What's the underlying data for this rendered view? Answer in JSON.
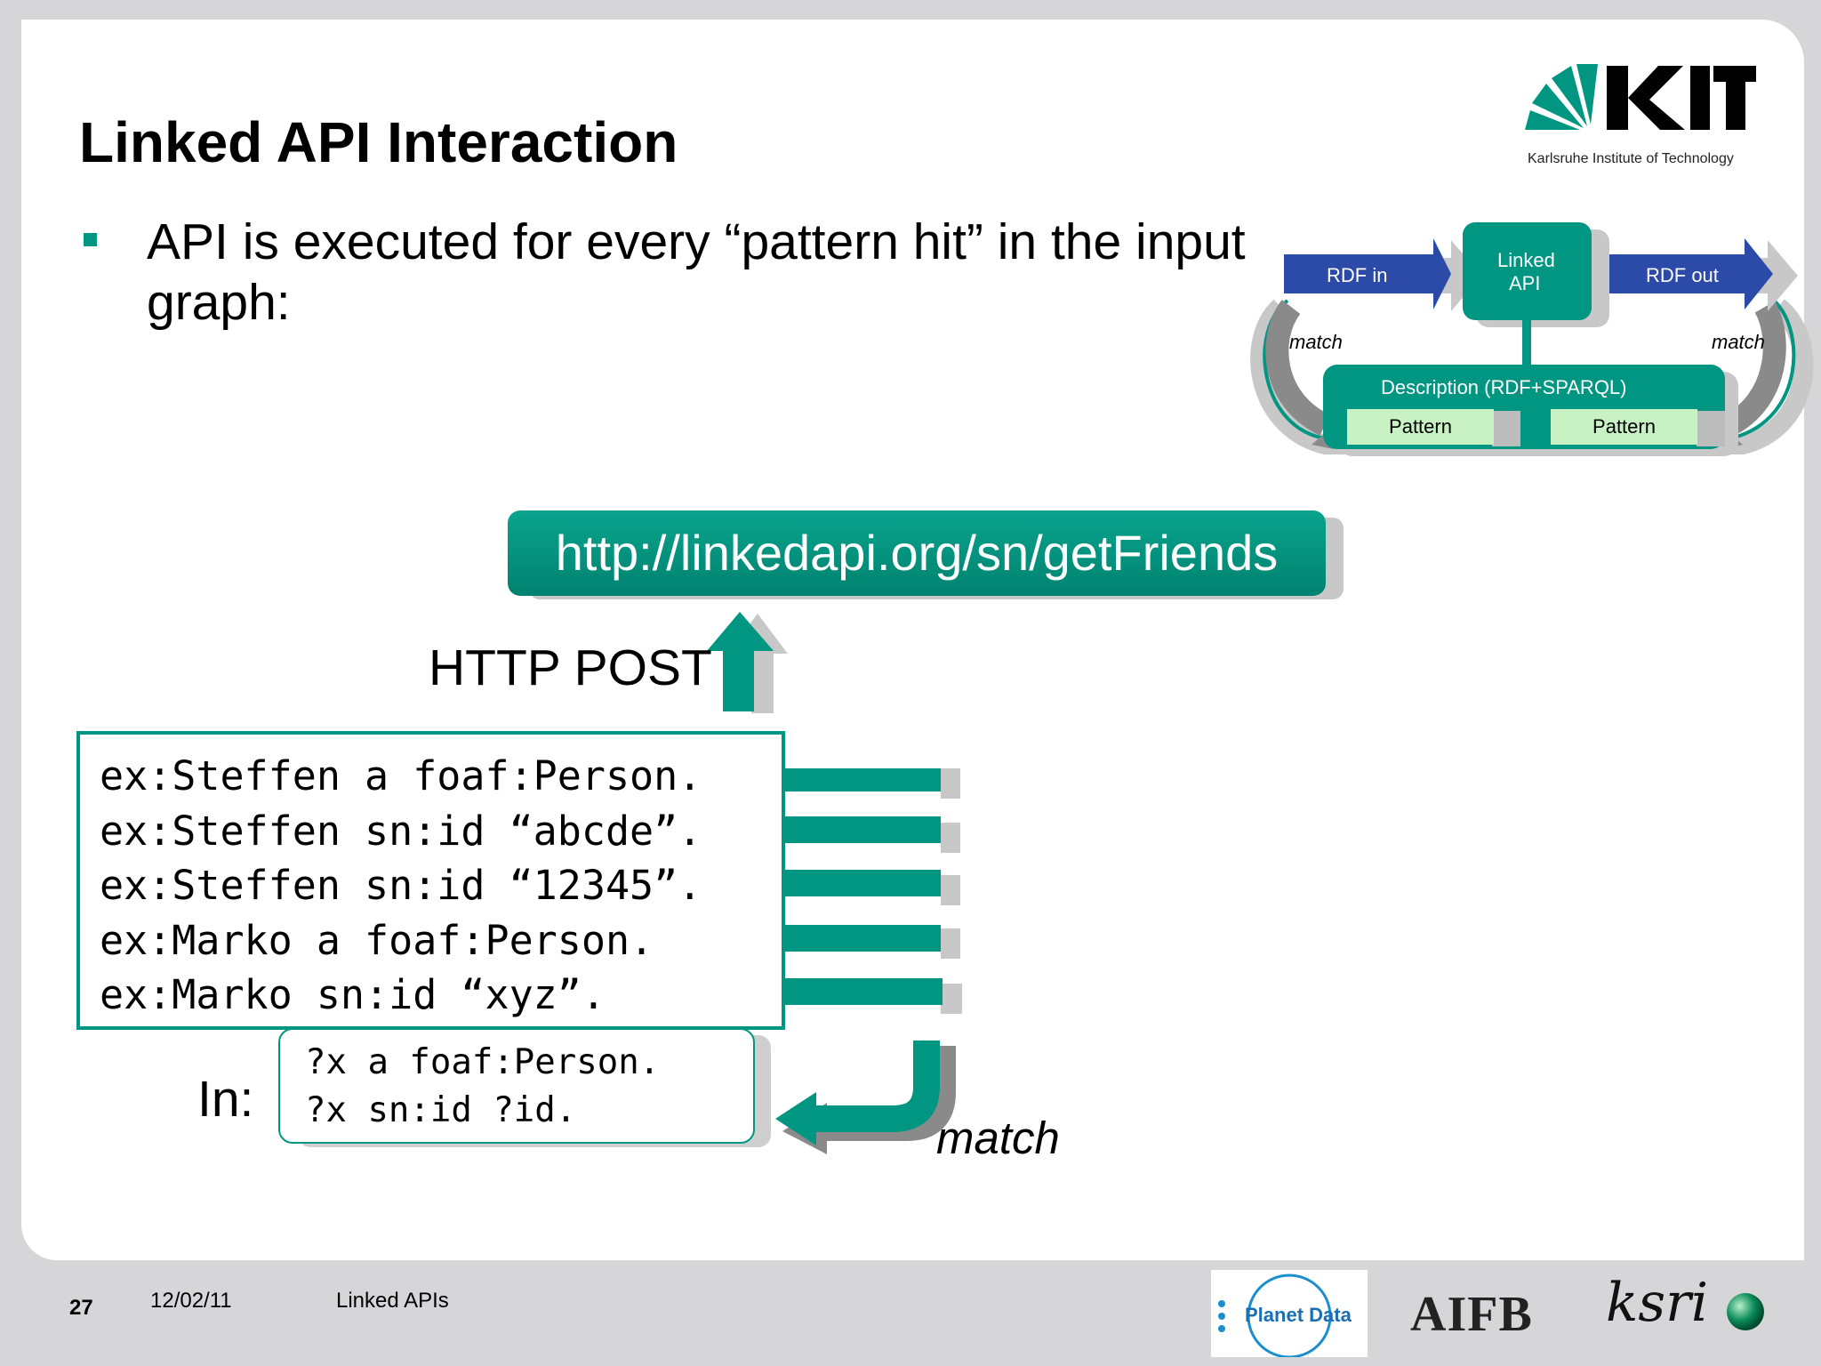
{
  "slide": {
    "title": "Linked API Interaction",
    "bullet": "API is executed for every “pattern hit” in the input graph:"
  },
  "logo": {
    "kit_text": "KIT",
    "kit_subtitle": "Karlsruhe Institute of Technology"
  },
  "diagram": {
    "rdf_in": "RDF in",
    "linked_api_line1": "Linked",
    "linked_api_line2": "API",
    "rdf_out": "RDF out",
    "match_left": "match",
    "match_right": "match",
    "description": "Description (RDF+SPARQL)",
    "pattern_left": "Pattern",
    "pattern_right": "Pattern"
  },
  "main": {
    "url": "http://linkedapi.org/sn/getFriends",
    "http_post": "HTTP POST",
    "triples": [
      "ex:Steffen a foaf:Person.",
      "ex:Steffen sn:id “abcde”.",
      "ex:Steffen sn:id “12345”.",
      "ex:Marko a foaf:Person.",
      "ex:Marko sn:id “xyz”."
    ],
    "in_label": "In:",
    "query": [
      "?x a foaf:Person.",
      "?x sn:id ?id."
    ],
    "match_label": "match"
  },
  "footer": {
    "page_number": "27",
    "date": "12/02/11",
    "title": "Linked APIs",
    "planet_logo": "Planet Data",
    "aifb_logo": "AIFB",
    "ksri_logo": "ksri"
  },
  "colors": {
    "teal": "#009682",
    "blue": "#2c4aa8",
    "pattern_green": "#c9f2c4"
  }
}
